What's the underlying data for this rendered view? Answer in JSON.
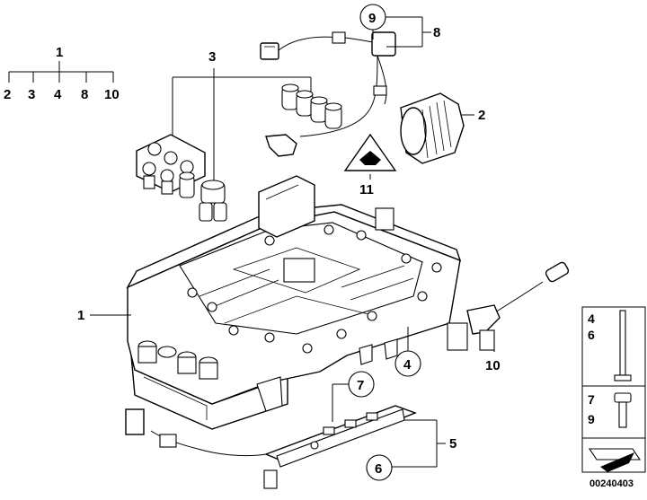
{
  "diagram": {
    "labels": {
      "top_tree": {
        "root": "1",
        "children": [
          "2",
          "3",
          "4",
          "8",
          "10"
        ]
      },
      "valve_body": "1",
      "connector": "2",
      "solenoids": "3",
      "bolt_ref": "4",
      "circle_9": "9",
      "harness": "8",
      "warning": "11",
      "sensor": "10",
      "circle_7": "7",
      "module": "5",
      "circle_6": "6"
    },
    "legend": {
      "top_labels": [
        "4",
        "6"
      ],
      "bottom_labels": [
        "7",
        "9"
      ]
    },
    "code": "00240403"
  }
}
